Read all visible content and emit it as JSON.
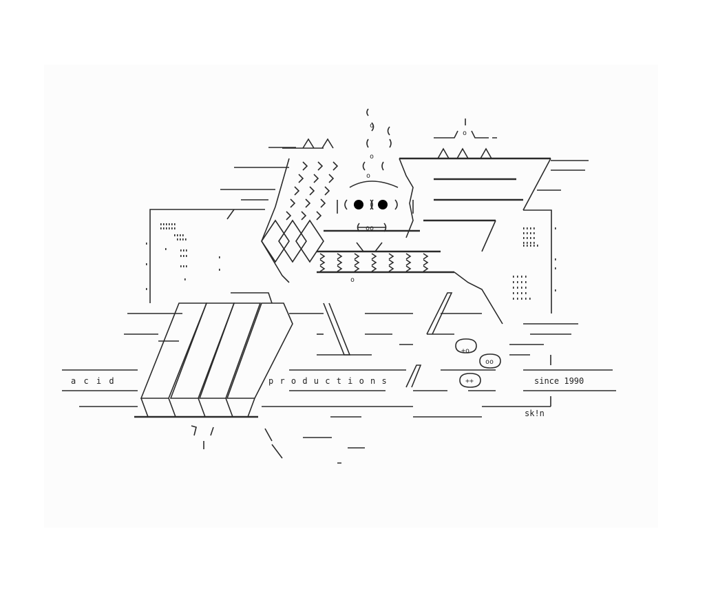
{
  "artwork": {
    "group_name": "a c i d",
    "group_suffix": "p r o d u c t i o n s",
    "since": "since 1990",
    "artist_signature": "sk!n",
    "logo_text": "acid",
    "ink_color": "#2a2a2a",
    "background_color": "#ffffff"
  }
}
